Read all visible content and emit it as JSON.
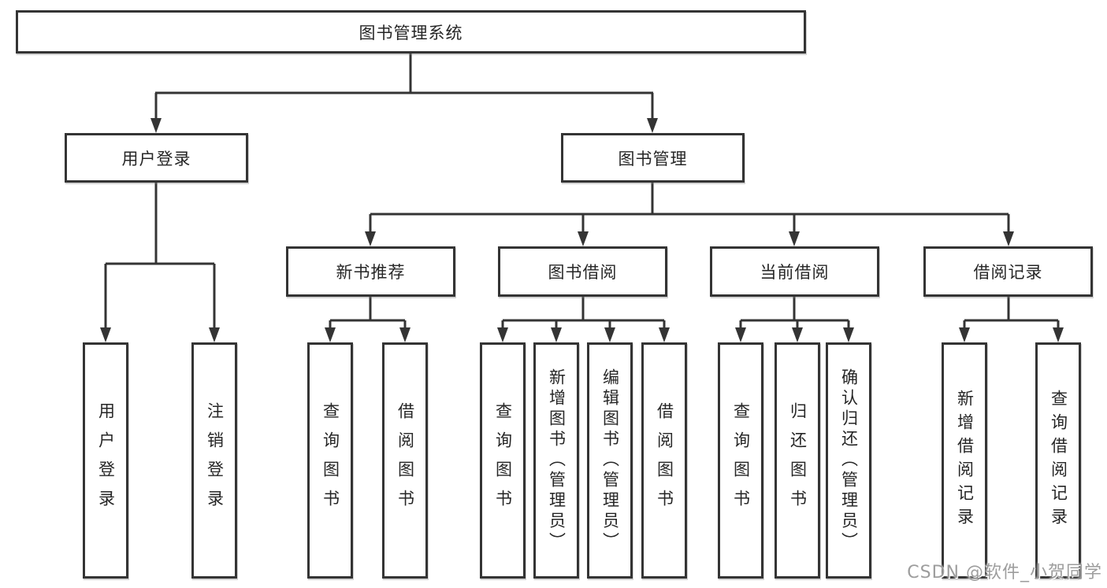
{
  "root": {
    "label": "图书管理系统"
  },
  "tree": [
    {
      "label": "用户登录",
      "children": [
        {
          "label": "用户登录"
        },
        {
          "label": "注销登录"
        }
      ]
    },
    {
      "label": "图书管理",
      "children": [
        {
          "label": "新书推荐",
          "children": [
            {
              "label": "查询图书"
            },
            {
              "label": "借阅图书"
            }
          ]
        },
        {
          "label": "图书借阅",
          "children": [
            {
              "label": "查询图书"
            },
            {
              "label": "新增图书（管理员）"
            },
            {
              "label": "编辑图书（管理员）"
            },
            {
              "label": "借阅图书"
            }
          ]
        },
        {
          "label": "当前借阅",
          "children": [
            {
              "label": "查询图书"
            },
            {
              "label": "归还图书"
            },
            {
              "label": "确认归还（管理员）"
            }
          ]
        },
        {
          "label": "借阅记录",
          "children": [
            {
              "label": "新增借阅记录"
            },
            {
              "label": "查询借阅记录"
            }
          ]
        }
      ]
    }
  ],
  "colors": {
    "line": "#343434",
    "box_border": "#343434",
    "text": "#262626",
    "watermark": "#9d9d9d"
  },
  "watermark": {
    "text": "CSDN @软件_小贺同学"
  }
}
